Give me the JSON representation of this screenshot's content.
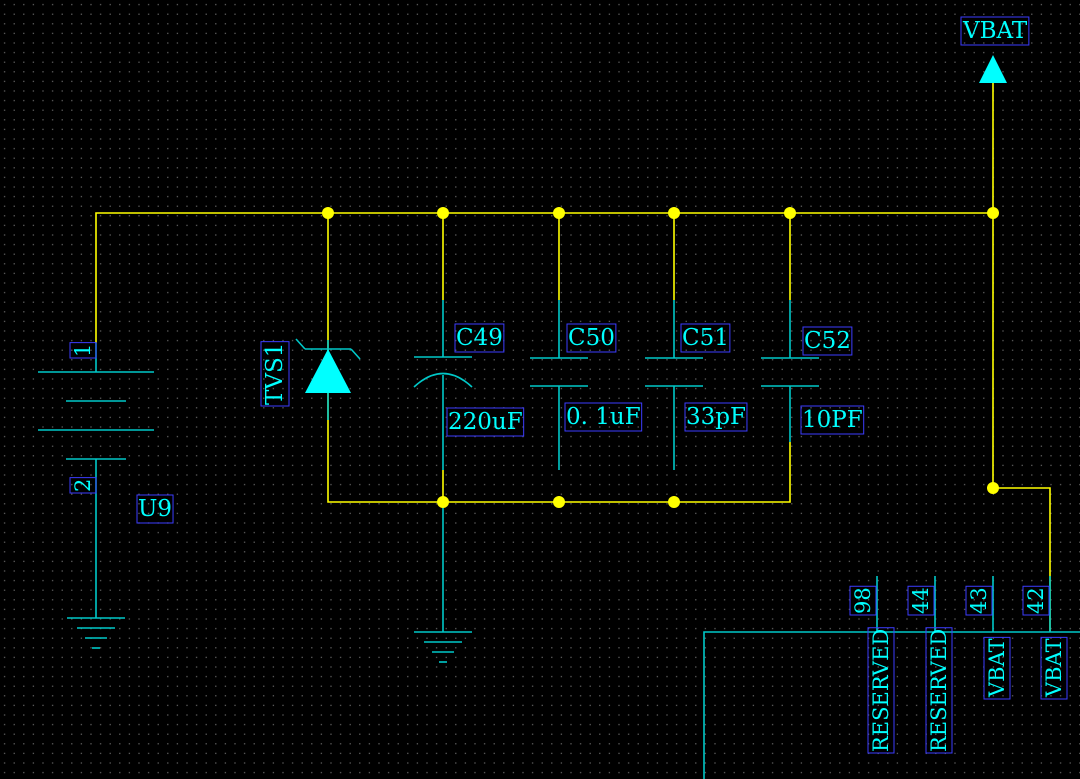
{
  "colors": {
    "background": "#000000",
    "grid_dot": "#6e6e6e",
    "wire": "#ffff00",
    "junction": "#ffff00",
    "component": "#00c8c8",
    "text": "#00ffff",
    "label_box": "#3c3cff"
  },
  "power_port": {
    "name": "VBAT",
    "icon": "triangle-arrow-up-icon"
  },
  "u9": {
    "designator": "U9",
    "pin1": "1",
    "pin2": "2"
  },
  "tvs1": {
    "designator": "TVS1",
    "icon": "tvs-diode-icon"
  },
  "capacitors": [
    {
      "designator": "C49",
      "value": "220uF",
      "kind": "polarized"
    },
    {
      "designator": "C50",
      "value": "0. 1uF",
      "kind": "ceramic"
    },
    {
      "designator": "C51",
      "value": "33pF",
      "kind": "ceramic"
    },
    {
      "designator": "C52",
      "value": "10PF",
      "kind": "ceramic"
    }
  ],
  "ground_icons": [
    "ground-icon",
    "ground-icon"
  ],
  "ic_pins": [
    {
      "number": "98",
      "name": "RESERVED"
    },
    {
      "number": "44",
      "name": "RESERVED"
    },
    {
      "number": "43",
      "name": "VBAT"
    },
    {
      "number": "42",
      "name": "VBAT"
    }
  ]
}
